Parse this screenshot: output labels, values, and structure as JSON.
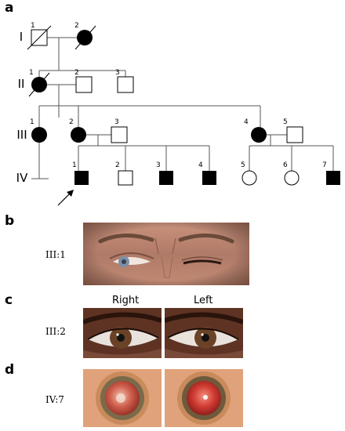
{
  "panels": {
    "a": "a",
    "b": "b",
    "c": "c",
    "d": "d"
  },
  "generations": [
    "I",
    "II",
    "III",
    "IV"
  ],
  "individuals": {
    "I": [
      {
        "num": "1",
        "sex": "male",
        "affected": false,
        "deceased": true
      },
      {
        "num": "2",
        "sex": "female",
        "affected": true,
        "deceased": true
      }
    ],
    "II": [
      {
        "num": "1",
        "sex": "female",
        "affected": true,
        "deceased": true
      },
      {
        "num": "2",
        "sex": "male",
        "affected": false,
        "deceased": false
      },
      {
        "num": "3",
        "sex": "male",
        "affected": false,
        "deceased": false
      }
    ],
    "III": [
      {
        "num": "1",
        "sex": "female",
        "affected": true,
        "deceased": false
      },
      {
        "num": "2",
        "sex": "female",
        "affected": true,
        "deceased": false
      },
      {
        "num": "3",
        "sex": "male",
        "affected": false,
        "deceased": false
      },
      {
        "num": "4",
        "sex": "female",
        "affected": true,
        "deceased": false
      },
      {
        "num": "5",
        "sex": "male",
        "affected": false,
        "deceased": false
      }
    ],
    "IV": [
      {
        "num": "1",
        "sex": "male",
        "affected": true,
        "deceased": false,
        "proband": true
      },
      {
        "num": "2",
        "sex": "male",
        "affected": false,
        "deceased": false
      },
      {
        "num": "3",
        "sex": "male",
        "affected": true,
        "deceased": false
      },
      {
        "num": "4",
        "sex": "male",
        "affected": true,
        "deceased": false
      },
      {
        "num": "5",
        "sex": "female",
        "affected": false,
        "deceased": false
      },
      {
        "num": "6",
        "sex": "female",
        "affected": false,
        "deceased": false
      },
      {
        "num": "7",
        "sex": "male",
        "affected": true,
        "deceased": false
      }
    ]
  },
  "photo_labels": {
    "b": "III:1",
    "c": "III:2",
    "d": "IV:7"
  },
  "eye_columns": {
    "right": "Right",
    "left": "Left"
  },
  "colors": {
    "affected": "#000000",
    "line": "#555555"
  }
}
